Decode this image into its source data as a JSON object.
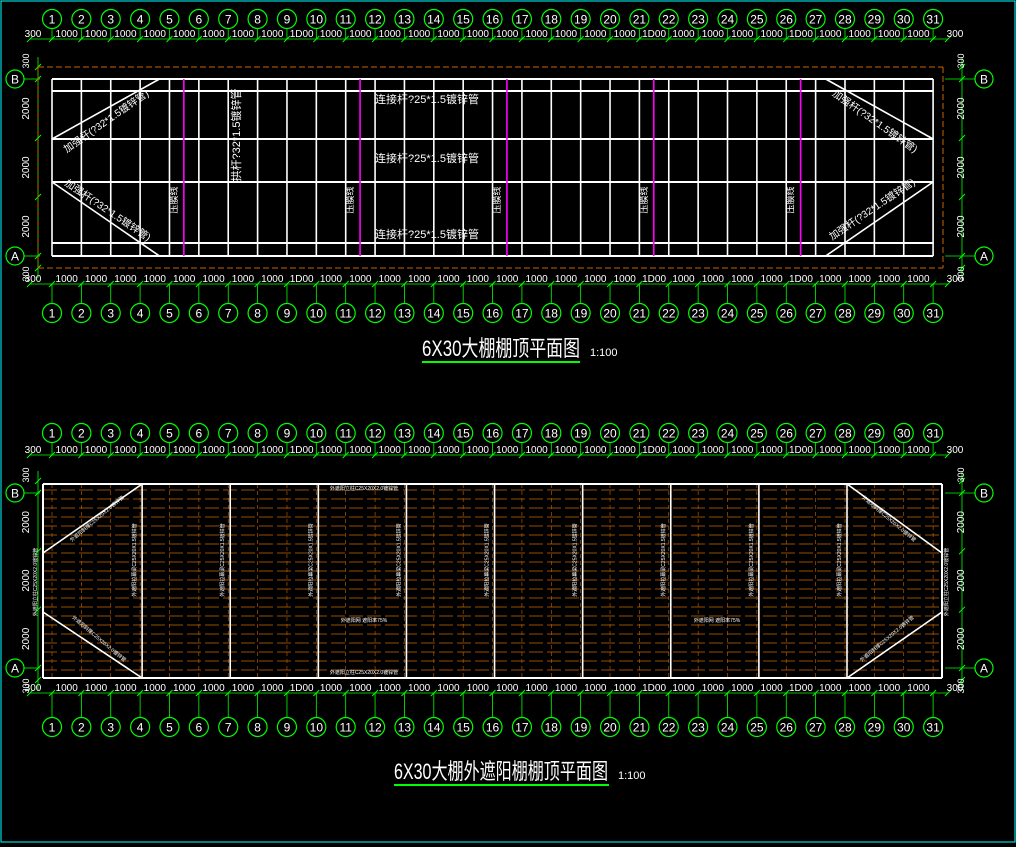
{
  "colors": {
    "background": "#000000",
    "axis_bubble": "#00ff00",
    "dimension": "#00ff00",
    "frame": "#ffffff",
    "purlin": "#ff00ff",
    "shade_line": "#c86400",
    "title_underline": "#00ff00",
    "text": "#ffffff",
    "border": "#00ffff"
  },
  "axes": {
    "columns": [
      "1",
      "2",
      "3",
      "4",
      "5",
      "6",
      "7",
      "8",
      "9",
      "10",
      "11",
      "12",
      "13",
      "14",
      "15",
      "16",
      "17",
      "18",
      "19",
      "20",
      "21",
      "22",
      "23",
      "24",
      "25",
      "26",
      "27",
      "28",
      "29",
      "30",
      "31"
    ],
    "rows": [
      "B",
      "A"
    ]
  },
  "dims": {
    "end_offset": "300",
    "bay": "1000",
    "bay_alt": "1D00",
    "row_bay": "2000"
  },
  "plan1": {
    "title": "6X30大棚棚顶平面图",
    "scale": "1:100",
    "labels": {
      "tie_top": "连接杆?25*1.5镀锌管",
      "tie_mid": "连接杆?25*1.5镀锌管",
      "tie_bot": "连接杆?25*1.5镀锌管",
      "brace_lt": "加强杆(?32*1.5镀锌管)",
      "brace_lb": "加强杆(?32*1.5镀锌管)",
      "brace_rt": "加强杆(?32*1.5镀锌管)",
      "brace_rb": "加强杆(?32*1.5镀锌管)",
      "arch": "拱杆?32*1.5镀锌管",
      "press": "压膜线"
    }
  },
  "plan2": {
    "title": "6X30大棚外遮阳棚棚顶平面图",
    "scale": "1:100",
    "labels": {
      "edge_top": "外遮阳立柱C25X20X2.0镀锌管",
      "edge_bot": "外遮阳立柱C25X20X2.0镀锌管",
      "brace_lt": "外遮阳斜撑C25X20X2.0镀锌管",
      "brace_lb": "外遮阳斜撑C25X20X2.0镀锌管",
      "brace_rt": "外遮阳斜撑C25X20X2.0镀锌管",
      "brace_rb": "外遮阳斜撑C25X20X2.0镀锌管",
      "side_l": "外遮阳立柱C25X20X2.0镀锌管",
      "side_r": "外遮阳立柱C25X20X2.0镀锌管",
      "vert": "外遮阳拉幕梁C25X20X1.5镀锌管",
      "net": "外遮阳网 遮阳率75%"
    }
  }
}
